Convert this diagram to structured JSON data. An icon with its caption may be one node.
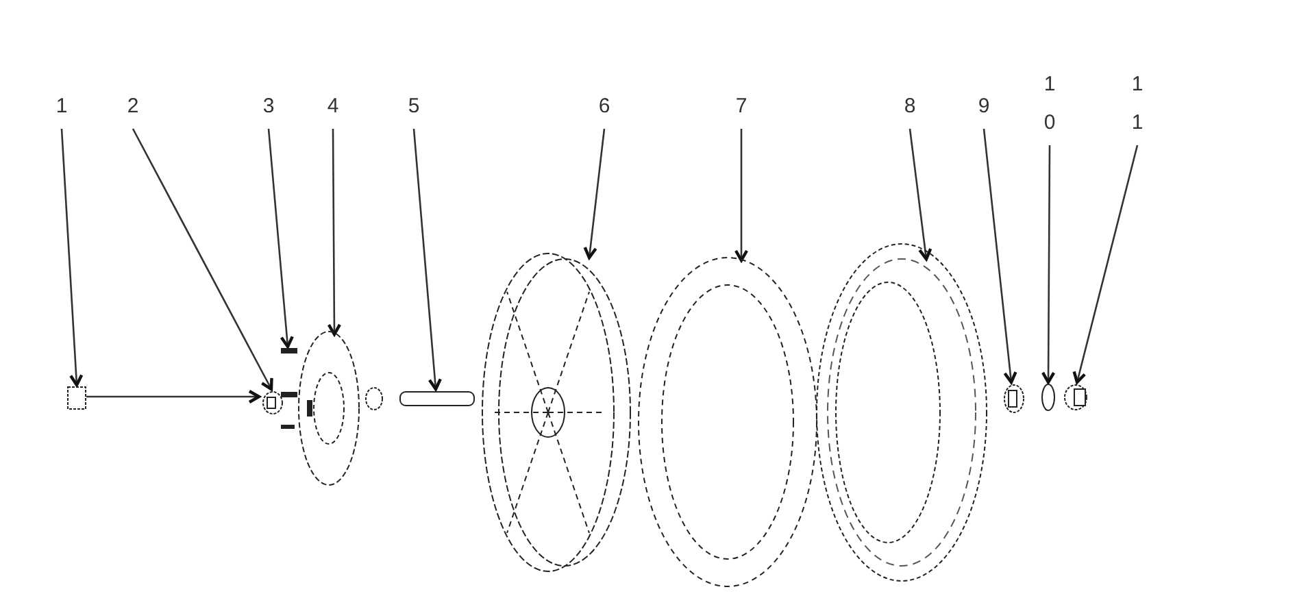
{
  "diagram": {
    "nodes": [
      {
        "text": [
          "1"
        ]
      },
      {
        "text": [
          "2"
        ]
      },
      {
        "text": [
          "3"
        ]
      },
      {
        "text": [
          "4"
        ]
      },
      {
        "text": [
          "5"
        ]
      },
      {
        "text": [
          "6"
        ]
      },
      {
        "text": [
          "7"
        ]
      },
      {
        "text": [
          "8"
        ]
      },
      {
        "text": [
          "9"
        ]
      },
      {
        "text": [
          "10"
        ]
      },
      {
        "text": [
          "11"
        ]
      },
      {
        "text": [],
        "shape": "box"
      },
      {
        "text": [],
        "shape": "picture"
      },
      {
        "text": [],
        "shape": "picture"
      },
      {
        "text": [],
        "shape": "picture"
      },
      {
        "text": [],
        "shape": "picture"
      },
      {
        "text": [],
        "shape": "picture"
      },
      {
        "text": [],
        "shape": "picture"
      },
      {
        "text": [],
        "shape": "picture"
      },
      {
        "text": [],
        "shape": "picture"
      },
      {
        "text": [],
        "shape": "circle"
      },
      {
        "text": [],
        "shape": "picture"
      }
    ],
    "edges": [
      {
        "from": 0,
        "to": 11,
        "arrow": "to"
      },
      {
        "from": 1,
        "to": 12,
        "arrow": "to"
      },
      {
        "from": 2,
        "to": 13,
        "arrow": "to"
      },
      {
        "from": 3,
        "to": 14,
        "arrow": "to"
      },
      {
        "from": 4,
        "to": 15,
        "arrow": "to"
      },
      {
        "from": 5,
        "to": 16,
        "arrow": "to"
      },
      {
        "from": 6,
        "to": 17,
        "arrow": "to"
      },
      {
        "from": 7,
        "to": 18,
        "arrow": "to"
      },
      {
        "from": 8,
        "to": 19,
        "arrow": "to"
      },
      {
        "from": 9,
        "to": 20,
        "arrow": "to"
      },
      {
        "from": 10,
        "to": 21,
        "arrow": "to"
      },
      {
        "from": 11,
        "to": 12,
        "arrow": "to"
      }
    ]
  }
}
